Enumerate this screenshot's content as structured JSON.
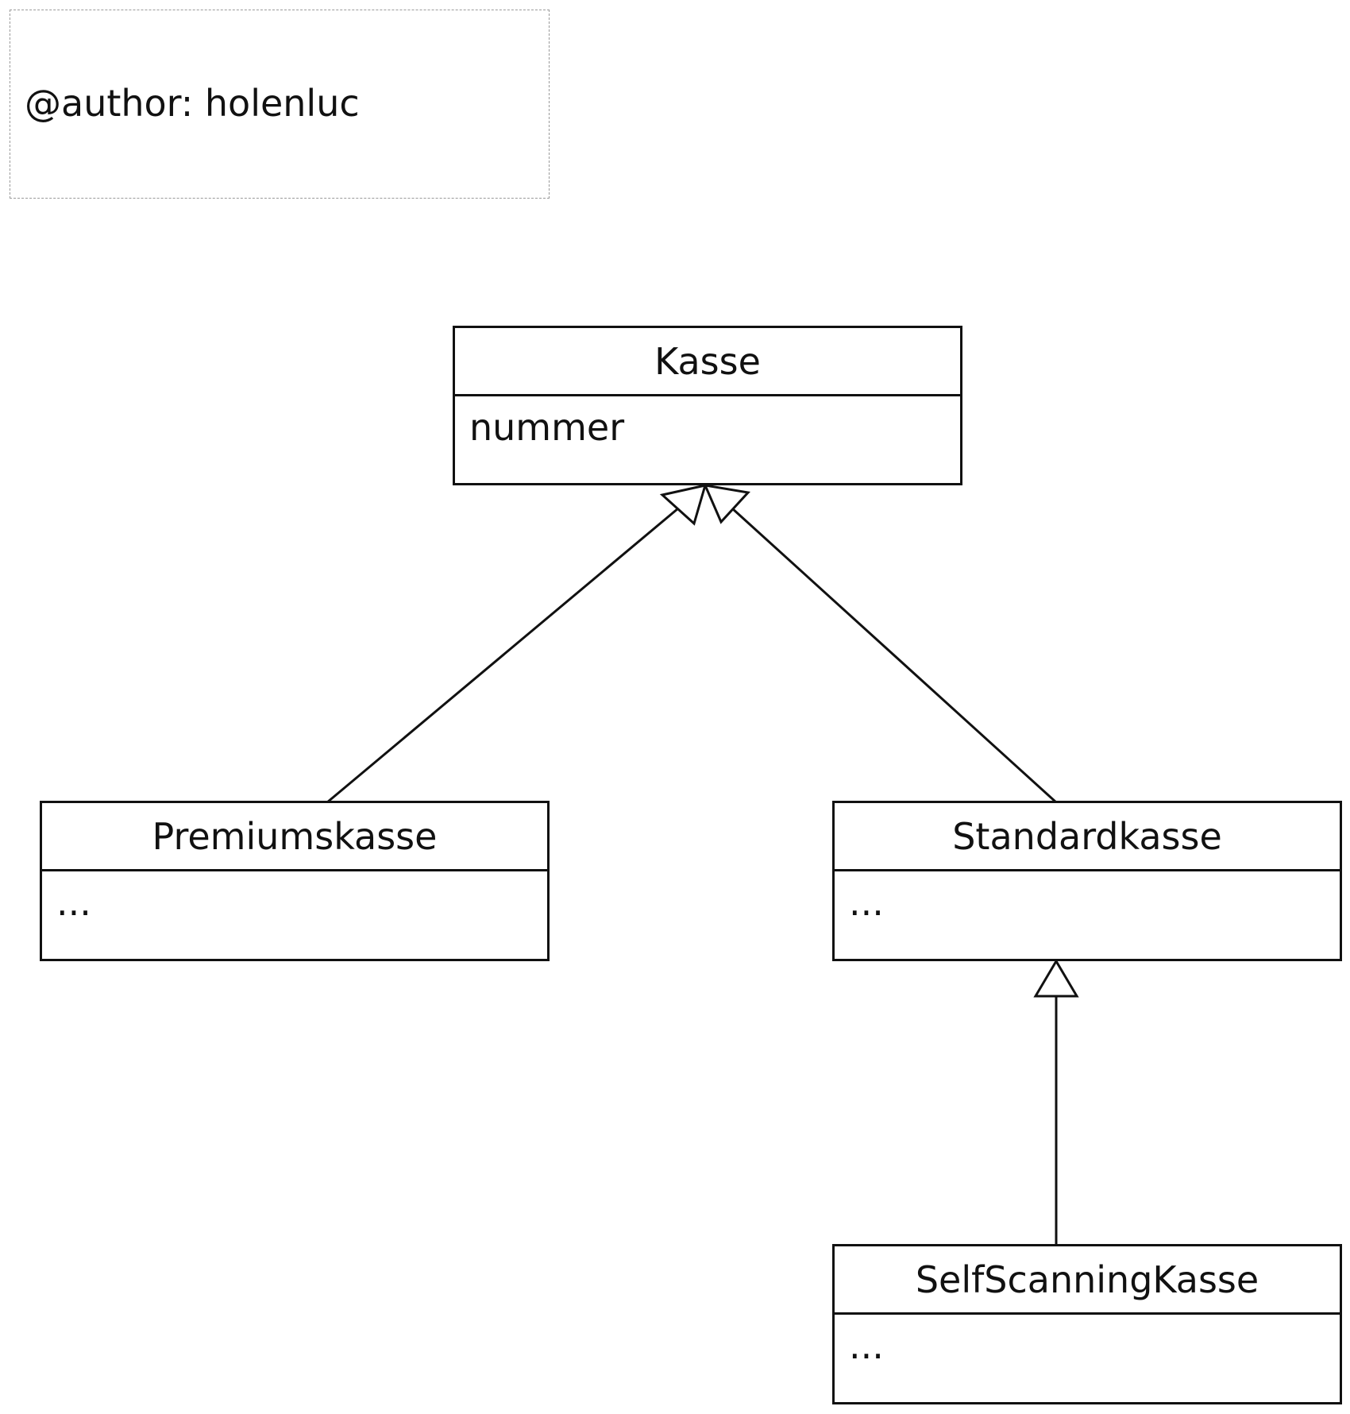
{
  "note": {
    "text": "@author: holenluc"
  },
  "classes": {
    "kasse": {
      "name": "Kasse",
      "attribute": "nummer"
    },
    "premiumskasse": {
      "name": "Premiumskasse",
      "attribute": "..."
    },
    "standardkasse": {
      "name": "Standardkasse",
      "attribute": "..."
    },
    "selfscanningkasse": {
      "name": "SelfScanningKasse",
      "attribute": "..."
    }
  },
  "relations": [
    {
      "type": "generalization",
      "from": "Premiumskasse",
      "to": "Kasse"
    },
    {
      "type": "generalization",
      "from": "Standardkasse",
      "to": "Kasse"
    },
    {
      "type": "generalization",
      "from": "SelfScanningKasse",
      "to": "Standardkasse"
    }
  ]
}
